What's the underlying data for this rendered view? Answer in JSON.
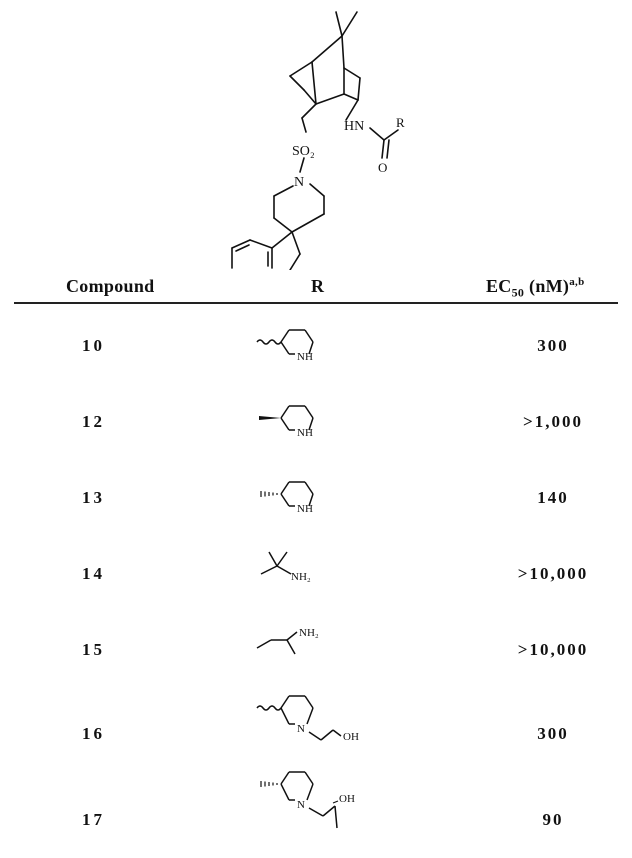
{
  "scaffold": {
    "sulfonyl": "SO₂",
    "amide_nh": "HN",
    "amide_o": "O",
    "r_group": "R",
    "piperidine_n": "N"
  },
  "table": {
    "headers": {
      "compound": "Compound",
      "r": "R",
      "ec50_main": "EC",
      "ec50_sub": "50",
      "ec50_unit": " (nM)",
      "ec50_sup": "a,b"
    },
    "rows": [
      {
        "compound": "10",
        "ec50": "300",
        "r_labels": [
          "NH"
        ]
      },
      {
        "compound": "12",
        "ec50": ">1,000",
        "r_labels": [
          "NH"
        ]
      },
      {
        "compound": "13",
        "ec50": "140",
        "r_labels": [
          "NH"
        ]
      },
      {
        "compound": "14",
        "ec50": ">10,000",
        "r_labels": [
          "NH₂"
        ]
      },
      {
        "compound": "15",
        "ec50": ">10,000",
        "r_labels": [
          "NH₂"
        ]
      },
      {
        "compound": "16",
        "ec50": "300",
        "r_labels": [
          "N",
          "OH"
        ]
      },
      {
        "compound": "17",
        "ec50": "90",
        "r_labels": [
          "N",
          "OH"
        ]
      }
    ]
  }
}
